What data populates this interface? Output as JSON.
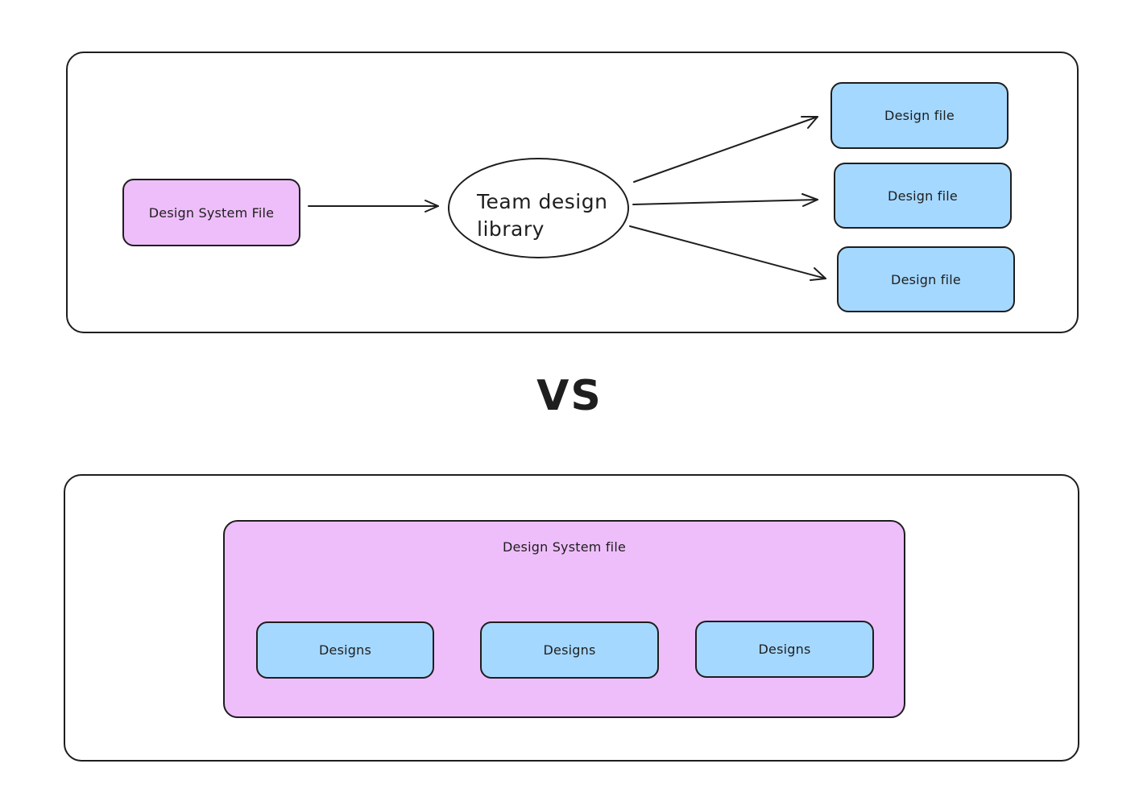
{
  "top_diagram": {
    "source_label": "Design System File",
    "hub_label": "Team design\nlibrary",
    "targets": [
      "Design file",
      "Design file",
      "Design file"
    ]
  },
  "divider_label": "VS",
  "bottom_diagram": {
    "container_label": "Design System file",
    "children": [
      "Designs",
      "Designs",
      "Designs"
    ]
  },
  "colors": {
    "pink_fill": "#eebefa",
    "blue_fill": "#a5d8ff",
    "stroke": "#1e1e1e"
  }
}
